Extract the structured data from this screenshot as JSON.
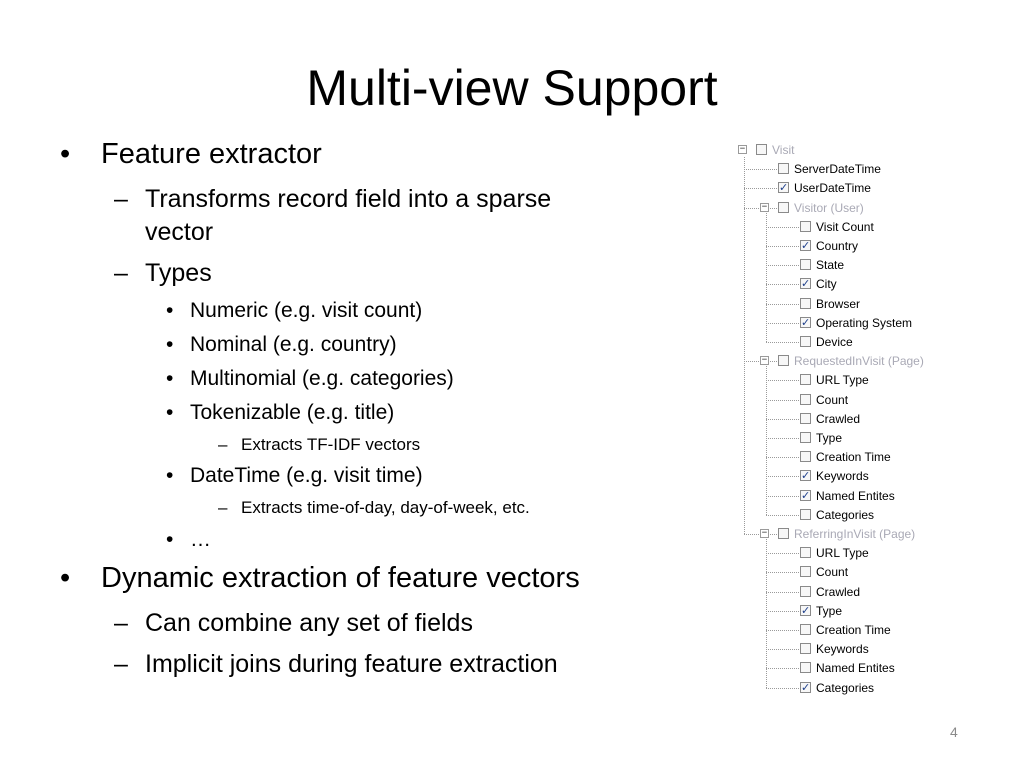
{
  "slide": {
    "title": "Multi-view Support",
    "page_number": "4"
  },
  "bullets": {
    "b1": "Feature extractor",
    "b1_1a": "Transforms record field into a sparse",
    "b1_1b": "vector",
    "b1_2": "Types",
    "numeric": "Numeric (e.g. visit count)",
    "nominal": "Nominal (e.g. country)",
    "multinomial": "Multinomial (e.g. categories)",
    "tokenizable": "Tokenizable (e.g.  title)",
    "tfidf": "Extracts TF-IDF vectors",
    "datetime": "DateTime (e.g. visit time)",
    "timeofday": "Extracts time-of-day, day-of-week, etc.",
    "ellipsis": "…",
    "b2": "Dynamic extraction of feature vectors",
    "b2_1": "Can combine any set of fields",
    "b2_2": "Implicit joins during feature extraction",
    "dot": "•",
    "dash": "–"
  },
  "tree": {
    "nodes": [
      {
        "label": "Visit",
        "level": 0,
        "checked": false,
        "group": true
      },
      {
        "label": "ServerDateTime",
        "level": 1,
        "checked": false
      },
      {
        "label": "UserDateTime",
        "level": 1,
        "checked": true
      },
      {
        "label": "Visitor (User)",
        "level": 1,
        "checked": false,
        "group": true
      },
      {
        "label": "Visit Count",
        "level": 2,
        "checked": false
      },
      {
        "label": "Country",
        "level": 2,
        "checked": true
      },
      {
        "label": "State",
        "level": 2,
        "checked": false
      },
      {
        "label": "City",
        "level": 2,
        "checked": true
      },
      {
        "label": "Browser",
        "level": 2,
        "checked": false
      },
      {
        "label": "Operating System",
        "level": 2,
        "checked": true
      },
      {
        "label": "Device",
        "level": 2,
        "checked": false
      },
      {
        "label": "RequestedInVisit (Page)",
        "level": 1,
        "checked": false,
        "group": true
      },
      {
        "label": "URL Type",
        "level": 2,
        "checked": false
      },
      {
        "label": "Count",
        "level": 2,
        "checked": false
      },
      {
        "label": "Crawled",
        "level": 2,
        "checked": false
      },
      {
        "label": "Type",
        "level": 2,
        "checked": false
      },
      {
        "label": "Creation Time",
        "level": 2,
        "checked": false
      },
      {
        "label": "Keywords",
        "level": 2,
        "checked": true
      },
      {
        "label": "Named Entites",
        "level": 2,
        "checked": true
      },
      {
        "label": "Categories",
        "level": 2,
        "checked": false
      },
      {
        "label": "ReferringInVisit (Page)",
        "level": 1,
        "checked": false,
        "group": true
      },
      {
        "label": "URL Type",
        "level": 2,
        "checked": false
      },
      {
        "label": "Count",
        "level": 2,
        "checked": false
      },
      {
        "label": "Crawled",
        "level": 2,
        "checked": false
      },
      {
        "label": "Type",
        "level": 2,
        "checked": true
      },
      {
        "label": "Creation Time",
        "level": 2,
        "checked": false
      },
      {
        "label": "Keywords",
        "level": 2,
        "checked": false
      },
      {
        "label": "Named Entites",
        "level": 2,
        "checked": false
      },
      {
        "label": "Categories",
        "level": 2,
        "checked": true
      }
    ],
    "expander_symbol": "−"
  }
}
